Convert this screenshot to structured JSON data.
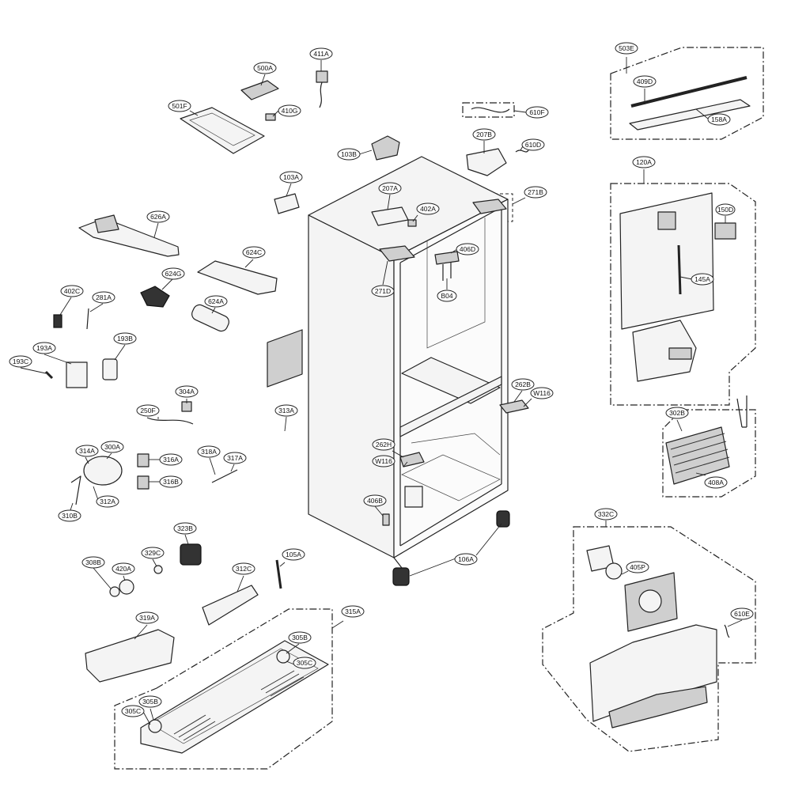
{
  "labels": [
    "503E",
    "409D",
    "158A",
    "411A",
    "500A",
    "410G",
    "501F",
    "610F",
    "207B",
    "610D",
    "103B",
    "103A",
    "207A",
    "402A",
    "271B",
    "120A",
    "150D",
    "145A",
    "626A",
    "624C",
    "406D",
    "271D",
    "B04",
    "624G",
    "402C",
    "281A",
    "624A",
    "193A",
    "193B",
    "193C",
    "304A",
    "250F",
    "262B",
    "W116",
    "313A",
    "302B",
    "408A",
    "262H",
    "W116",
    "314A",
    "300A",
    "316A",
    "316B",
    "318A",
    "317A",
    "310B",
    "312A",
    "406B",
    "106A",
    "332C",
    "405P",
    "610E",
    "323B",
    "308B",
    "420A",
    "329C",
    "105A",
    "312C",
    "319A",
    "315A",
    "305B",
    "305C",
    "305B",
    "305C"
  ],
  "colors": {
    "line": "#222222",
    "fill": "#f4f4f4",
    "shade": "#cfcfcf",
    "dark": "#333333"
  }
}
